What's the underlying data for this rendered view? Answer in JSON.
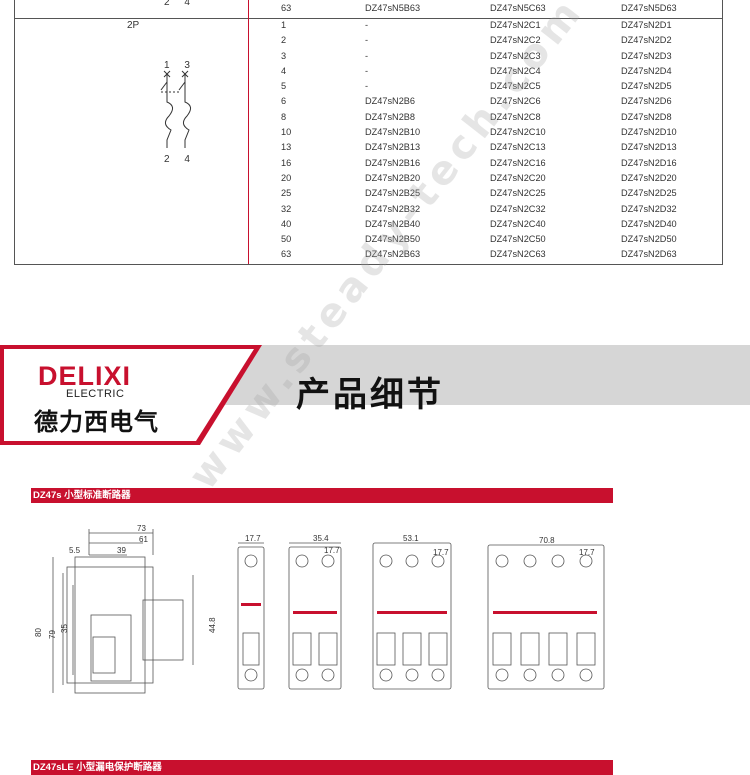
{
  "table": {
    "top_digits": "2 4",
    "pole_label": "2P",
    "diagram_top_digits": "1 3",
    "diagram_bottom_digits": "2 4",
    "first_row": {
      "a": "63",
      "b": "DZ47sN5B63",
      "c": "DZ47sN5C63",
      "d": "DZ47sN5D63"
    },
    "rows": [
      {
        "a": "1",
        "b": "-",
        "c": "DZ47sN2C1",
        "d": "DZ47sN2D1"
      },
      {
        "a": "2",
        "b": "-",
        "c": "DZ47sN2C2",
        "d": "DZ47sN2D2"
      },
      {
        "a": "3",
        "b": "-",
        "c": "DZ47sN2C3",
        "d": "DZ47sN2D3"
      },
      {
        "a": "4",
        "b": "-",
        "c": "DZ47sN2C4",
        "d": "DZ47sN2D4"
      },
      {
        "a": "5",
        "b": "-",
        "c": "DZ47sN2C5",
        "d": "DZ47sN2D5"
      },
      {
        "a": "6",
        "b": "DZ47sN2B6",
        "c": "DZ47sN2C6",
        "d": "DZ47sN2D6"
      },
      {
        "a": "8",
        "b": "DZ47sN2B8",
        "c": "DZ47sN2C8",
        "d": "DZ47sN2D8"
      },
      {
        "a": "10",
        "b": "DZ47sN2B10",
        "c": "DZ47sN2C10",
        "d": "DZ47sN2D10"
      },
      {
        "a": "13",
        "b": "DZ47sN2B13",
        "c": "DZ47sN2C13",
        "d": "DZ47sN2D13"
      },
      {
        "a": "16",
        "b": "DZ47sN2B16",
        "c": "DZ47sN2C16",
        "d": "DZ47sN2D16"
      },
      {
        "a": "20",
        "b": "DZ47sN2B20",
        "c": "DZ47sN2C20",
        "d": "DZ47sN2D20"
      },
      {
        "a": "25",
        "b": "DZ47sN2B25",
        "c": "DZ47sN2C25",
        "d": "DZ47sN2D25"
      },
      {
        "a": "32",
        "b": "DZ47sN2B32",
        "c": "DZ47sN2C32",
        "d": "DZ47sN2D32"
      },
      {
        "a": "40",
        "b": "DZ47sN2B40",
        "c": "DZ47sN2C40",
        "d": "DZ47sN2D40"
      },
      {
        "a": "50",
        "b": "DZ47sN2B50",
        "c": "DZ47sN2C50",
        "d": "DZ47sN2D50"
      },
      {
        "a": "63",
        "b": "DZ47sN2B63",
        "c": "DZ47sN2C63",
        "d": "DZ47sN2D63"
      }
    ]
  },
  "banner": {
    "logo_word": "DELIXI",
    "logo_sub": "ELECTRIC",
    "logo_cn": "德力西电气",
    "title": "产品细节"
  },
  "section1": {
    "label": "DZ47s 小型标准断路器"
  },
  "section2": {
    "label": "DZ47sLE 小型漏电保护断路器"
  },
  "dimensions": {
    "side_width_total": "73",
    "side_width_body": "61",
    "side_offset": "5.5",
    "side_inner": "39",
    "side_height_total": "80",
    "side_height_inner": "79",
    "side_height_rail": "35",
    "front_height": "44.8",
    "width_1p": "17.7",
    "width_2p": "35.4",
    "width_3p": "53.1",
    "width_4p": "70.8",
    "pole_pitch": "17.7"
  },
  "watermark": "www.steady-tech.com",
  "colors": {
    "brand_red": "#c8102e",
    "banner_gray": "#d6d6d6"
  }
}
